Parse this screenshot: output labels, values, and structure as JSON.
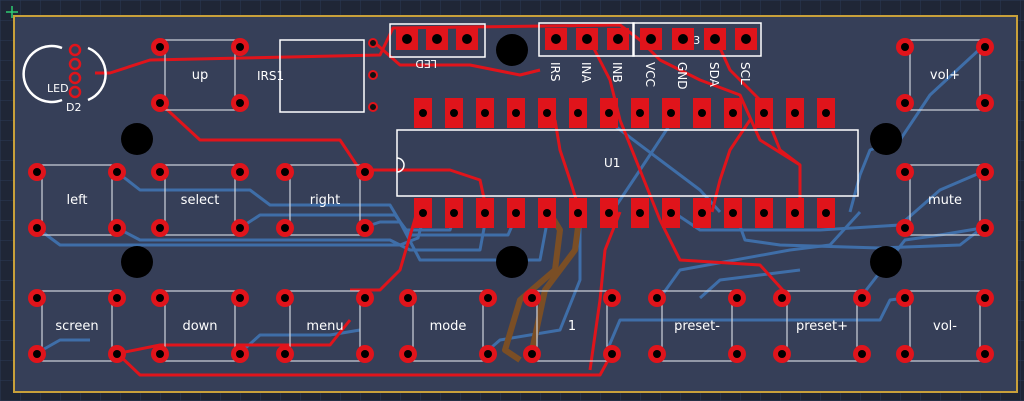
{
  "colors": {
    "background": "#1f2636",
    "grid": "#2b3a55",
    "board": "#363f58",
    "outline": "#c8a03a",
    "top_trace": "#e0141b",
    "bottom_trace": "#3f6ea8",
    "bottom_trace_alt": "#7a4e25",
    "pad": "#e0141b",
    "hole": "#000000",
    "silkscreen": "#ffffff"
  },
  "buttons": [
    {
      "id": "up",
      "label": "up"
    },
    {
      "id": "left",
      "label": "left"
    },
    {
      "id": "select",
      "label": "select"
    },
    {
      "id": "right",
      "label": "right"
    },
    {
      "id": "screen",
      "label": "screen"
    },
    {
      "id": "down",
      "label": "down"
    },
    {
      "id": "menu",
      "label": "menu"
    },
    {
      "id": "mode",
      "label": "mode"
    },
    {
      "id": "one",
      "label": "1"
    },
    {
      "id": "preset-minus",
      "label": "preset-"
    },
    {
      "id": "preset-plus",
      "label": "preset+"
    },
    {
      "id": "vol-plus",
      "label": "vol+"
    },
    {
      "id": "mute",
      "label": "mute"
    },
    {
      "id": "vol-minus",
      "label": "vol-"
    }
  ],
  "components": {
    "led_d2": {
      "label": "LED",
      "ref": "D2"
    },
    "ir_sensor": {
      "ref": "IRS1"
    },
    "led_header": {
      "label": "LED"
    },
    "header_j3": {
      "ref": "J3",
      "pins": [
        "IRS",
        "INA",
        "INB",
        "VCC",
        "GND",
        "SDA",
        "SCL"
      ]
    },
    "ic_u1": {
      "ref": "U1"
    }
  }
}
